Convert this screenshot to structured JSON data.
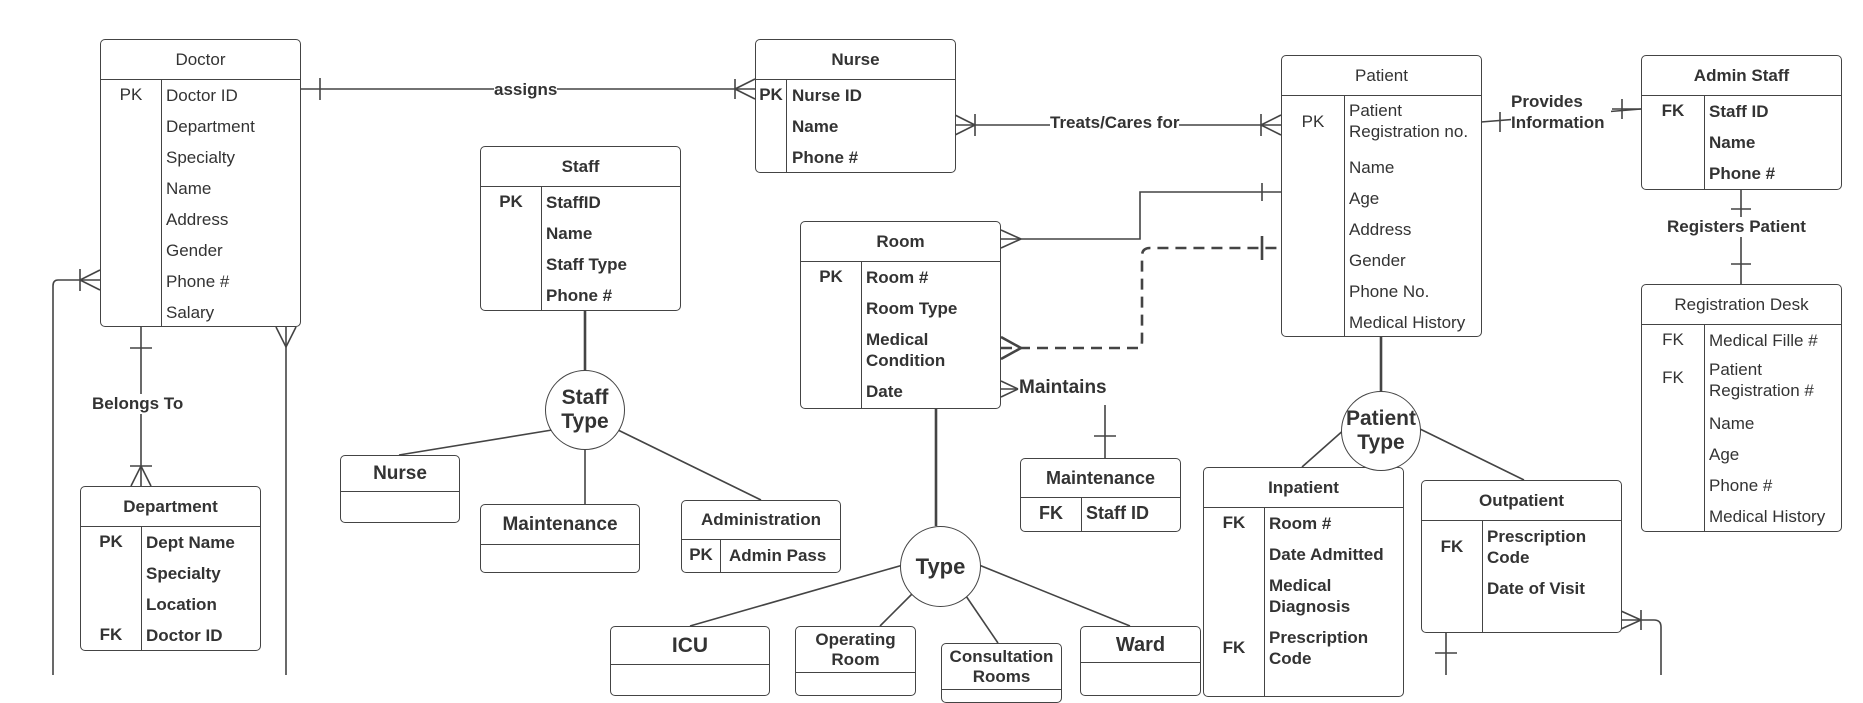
{
  "entities": {
    "doctor": {
      "title": "Doctor",
      "rows": [
        {
          "key": "PK",
          "attr": "Doctor ID"
        },
        {
          "key": "",
          "attr": "Department"
        },
        {
          "key": "",
          "attr": "Specialty"
        },
        {
          "key": "",
          "attr": "Name"
        },
        {
          "key": "",
          "attr": "Address"
        },
        {
          "key": "",
          "attr": "Gender"
        },
        {
          "key": "",
          "attr": "Phone #"
        },
        {
          "key": "",
          "attr": "Salary"
        }
      ]
    },
    "nurse": {
      "title": "Nurse",
      "rows": [
        {
          "key": "PK",
          "attr": "Nurse ID"
        },
        {
          "key": "",
          "attr": "Name"
        },
        {
          "key": "",
          "attr": "Phone #"
        }
      ]
    },
    "patient": {
      "title": "Patient",
      "rows": [
        {
          "key": "PK",
          "attr": "Patient Registration no."
        },
        {
          "key": "",
          "attr": "Name"
        },
        {
          "key": "",
          "attr": "Age"
        },
        {
          "key": "",
          "attr": "Address"
        },
        {
          "key": "",
          "attr": "Gender"
        },
        {
          "key": "",
          "attr": "Phone No."
        },
        {
          "key": "",
          "attr": "Medical History"
        }
      ]
    },
    "admin_staff": {
      "title": "Admin Staff",
      "rows": [
        {
          "key": "FK",
          "attr": "Staff ID"
        },
        {
          "key": "",
          "attr": "Name"
        },
        {
          "key": "",
          "attr": "Phone #"
        }
      ]
    },
    "staff": {
      "title": "Staff",
      "rows": [
        {
          "key": "PK",
          "attr": "StaffID"
        },
        {
          "key": "",
          "attr": "Name"
        },
        {
          "key": "",
          "attr": "Staff Type"
        },
        {
          "key": "",
          "attr": "Phone #"
        }
      ]
    },
    "room": {
      "title": "Room",
      "rows": [
        {
          "key": "PK",
          "attr": "Room #"
        },
        {
          "key": "",
          "attr": "Room Type"
        },
        {
          "key": "",
          "attr": "Medical Condition"
        },
        {
          "key": "",
          "attr": "Date"
        }
      ]
    },
    "registration_desk": {
      "title": "Registration Desk",
      "rows": [
        {
          "key": "FK",
          "attr": "Medical Fille #"
        },
        {
          "key": "FK",
          "attr": "Patient Registration #"
        },
        {
          "key": "",
          "attr": "Name"
        },
        {
          "key": "",
          "attr": "Age"
        },
        {
          "key": "",
          "attr": "Phone #"
        },
        {
          "key": "",
          "attr": "Medical History"
        }
      ]
    },
    "department": {
      "title": "Department",
      "rows": [
        {
          "key": "PK",
          "attr": "Dept Name"
        },
        {
          "key": "",
          "attr": "Specialty"
        },
        {
          "key": "",
          "attr": "Location"
        },
        {
          "key": "FK",
          "attr": "Doctor ID"
        }
      ]
    },
    "inpatient": {
      "title": "Inpatient",
      "rows": [
        {
          "key": "FK",
          "attr": "Room #"
        },
        {
          "key": "",
          "attr": "Date Admitted"
        },
        {
          "key": "",
          "attr": "Medical Diagnosis"
        },
        {
          "key": "FK",
          "attr": "Prescription Code"
        }
      ]
    },
    "outpatient": {
      "title": "Outpatient",
      "rows": [
        {
          "key": "FK",
          "attr": "Prescription Code"
        },
        {
          "key": "",
          "attr": "Date of Visit"
        }
      ]
    },
    "maintenance_entity": {
      "title": "Maintenance",
      "rows": [
        {
          "key": "FK",
          "attr": "Staff ID"
        }
      ]
    },
    "administration": {
      "title": "Administration",
      "rows": [
        {
          "key": "PK",
          "attr": "Admin Pass"
        }
      ]
    }
  },
  "subtypes": {
    "nurse_sub": "Nurse",
    "maintenance_sub": "Maintenance",
    "icu": "ICU",
    "operating_room": "Operating Room",
    "consultation_rooms": "Consultation Rooms",
    "ward": "Ward"
  },
  "circles": {
    "staff_type": "Staff Type",
    "type": "Type",
    "patient_type": "Patient Type"
  },
  "relationships": {
    "assigns": "assigns",
    "treats": "Treats/Cares for",
    "provides": "Provides Information",
    "registers": "Registers Patient",
    "belongs": "Belongs To",
    "maintains": "Maintains"
  },
  "colors": {
    "line": "#444444",
    "text": "#333333",
    "background": "#ffffff"
  }
}
